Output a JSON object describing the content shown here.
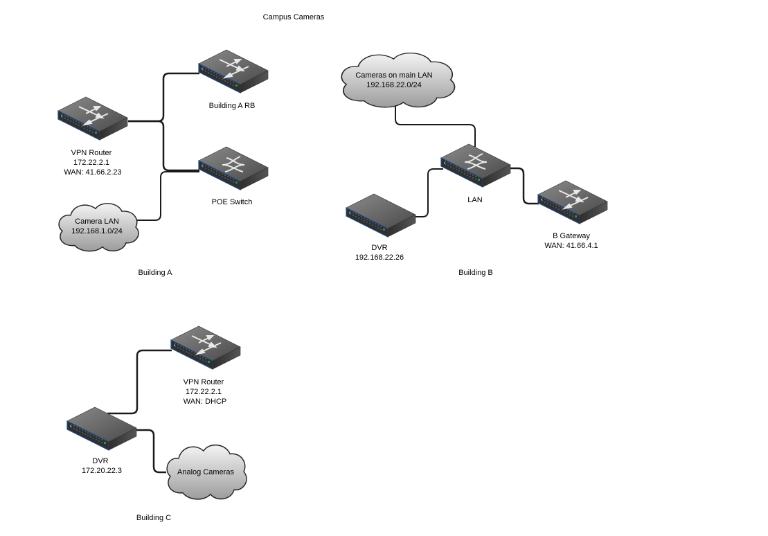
{
  "title": "Campus Cameras",
  "colors": {
    "device_top": "#6a6a6a",
    "device_side": "#3c3c3c",
    "device_edge": "#1f4e8c",
    "cloud_fill_light": "#f2f2f2",
    "cloud_fill_dark": "#9a9a9a",
    "link": "#1a1a1a"
  },
  "groups": {
    "building_a": "Building A",
    "building_b": "Building B",
    "building_c": "Building C"
  },
  "building_a": {
    "vpn_router": {
      "icon": "router-icon",
      "name": "VPN Router",
      "ip": "172.22.2.1",
      "wan": "WAN: 41.66.2.23"
    },
    "rb": {
      "icon": "router-icon",
      "name": "Building A RB"
    },
    "poe_switch": {
      "icon": "switch-icon",
      "name": "POE Switch"
    },
    "camera_lan": {
      "icon": "cloud-icon",
      "name": "Camera LAN",
      "subnet": "192.168.1.0/24"
    }
  },
  "building_b": {
    "main_lan": {
      "icon": "cloud-icon",
      "name": "Cameras on main LAN",
      "subnet": "192.168.22.0/24"
    },
    "lan_switch": {
      "icon": "switch-icon",
      "name": "LAN"
    },
    "dvr": {
      "icon": "dvr-icon",
      "name": "DVR",
      "ip": "192.168.22.26"
    },
    "gateway": {
      "icon": "router-icon",
      "name": "B Gateway",
      "wan": "WAN: 41.66.4.1"
    }
  },
  "building_c": {
    "vpn_router": {
      "icon": "router-icon",
      "name": "VPN Router",
      "ip": "172.22.2.1",
      "wan": "WAN: DHCP"
    },
    "dvr": {
      "icon": "dvr-icon",
      "name": "DVR",
      "ip": "172.20.22.3"
    },
    "analog": {
      "icon": "cloud-icon",
      "name": "Analog Cameras"
    }
  }
}
